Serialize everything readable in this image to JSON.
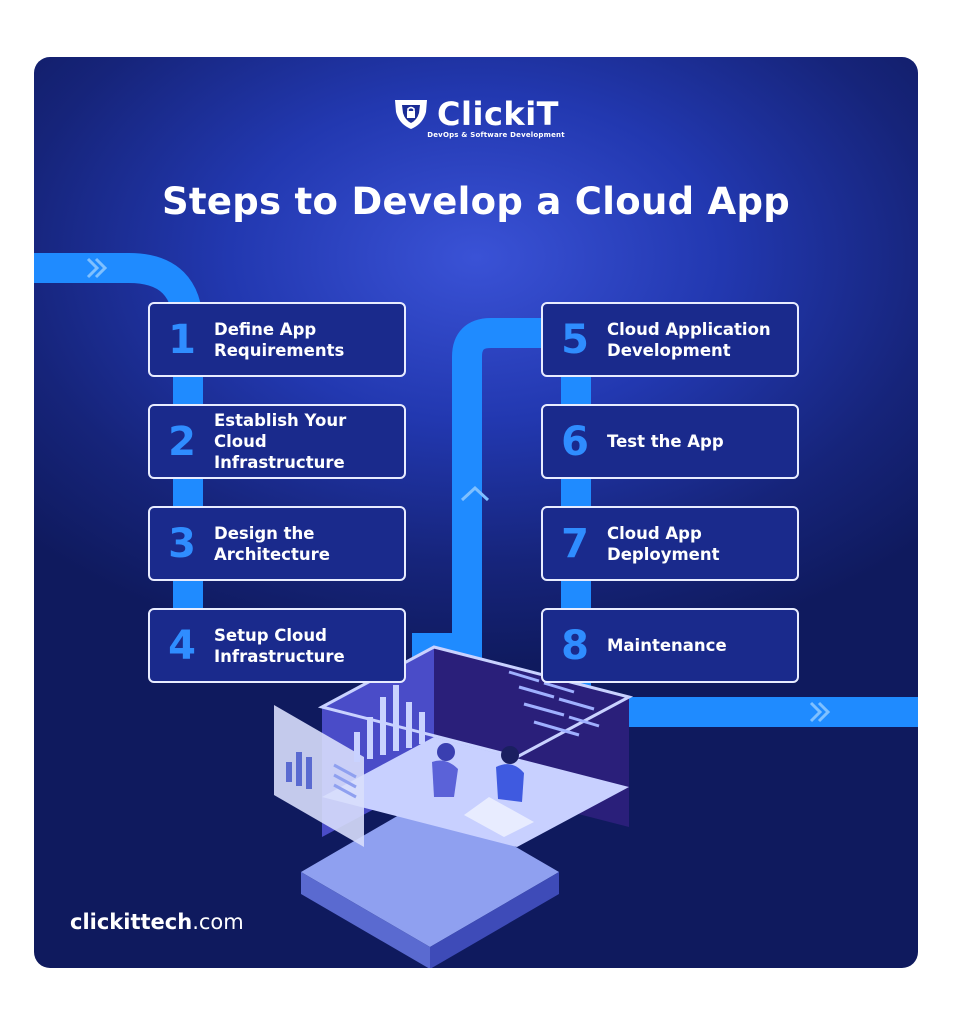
{
  "brand": {
    "name": "ClickiT",
    "tagline": "DevOps & Software Development"
  },
  "title": "Steps to Develop a Cloud App",
  "steps": [
    {
      "number": "1",
      "label": "Define App Requirements"
    },
    {
      "number": "2",
      "label": "Establish Your Cloud Infrastructure"
    },
    {
      "number": "3",
      "label": "Design the Architecture"
    },
    {
      "number": "4",
      "label": "Setup Cloud Infrastructure"
    },
    {
      "number": "5",
      "label": "Cloud Application Development"
    },
    {
      "number": "6",
      "label": "Test the App"
    },
    {
      "number": "7",
      "label": "Cloud App Deployment"
    },
    {
      "number": "8",
      "label": "Maintenance"
    }
  ],
  "footer": {
    "domain_bold": "clickittech",
    "domain_suffix": ".com"
  },
  "colors": {
    "path": "#1f8bff",
    "card_bg": "#1b2c96",
    "number": "#2f8dff",
    "border": "#e8ecff"
  },
  "icons": [
    "shield-logo-icon",
    "chevron-right-icon",
    "chevron-up-icon",
    "office-illustration"
  ]
}
